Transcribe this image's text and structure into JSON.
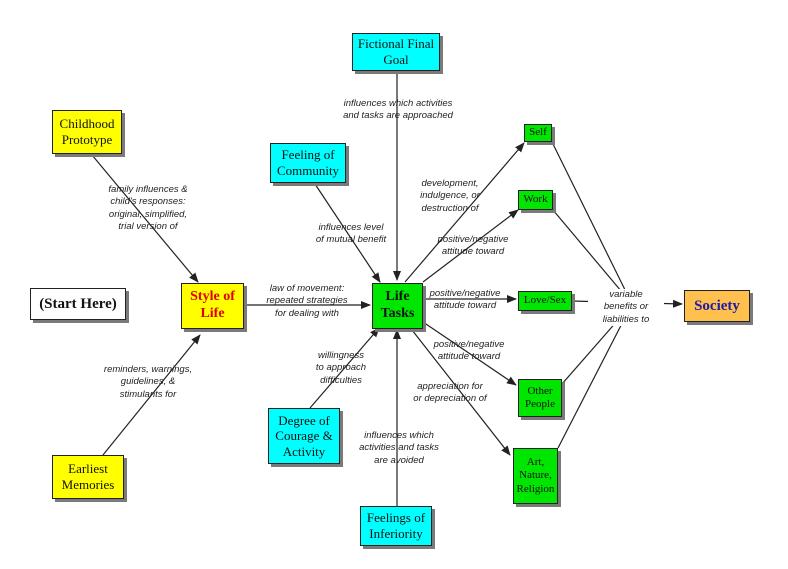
{
  "colors": {
    "yellow": "#ffff00",
    "cyan": "#00ffff",
    "green": "#00e600",
    "white": "#ffffff",
    "society_fill": "#ffc04d",
    "society_text": "#1f1aa8",
    "style_text": "#e00000",
    "line": "#222222",
    "shadow": "#7a7a7a"
  },
  "nodes": {
    "start": "(Start Here)",
    "childhood_prototype": "Childhood\nPrototype",
    "earliest_memories": "Earliest\nMemories",
    "style_of_life": "Style of\nLife",
    "fictional_final_goal": "Fictional Final\nGoal",
    "feeling_of_community": "Feeling of\nCommunity",
    "degree_of_courage": "Degree of\nCourage &\nActivity",
    "feelings_of_inferiority": "Feelings of\nInferiority",
    "life_tasks": "Life\nTasks",
    "self": "Self",
    "work": "Work",
    "love_sex": "Love/Sex",
    "other_people": "Other\nPeople",
    "art_nature_religion": "Art,\nNature,\nReligion",
    "society": "Society"
  },
  "labels": {
    "family_influences": "family influences &\nchild's responses:\noriginal, simplified,\ntrial version of",
    "reminders": "reminders, warnings,\nguidelines, &\nstimulants for",
    "law_of_movement": "law of movement:\nrepeated strategies\nfor dealing with",
    "influences_activities": "influences which activities\nand tasks are approached",
    "influences_level": "influences level\nof mutual benefit",
    "willingness": "willingness\nto approach\ndifficulties",
    "influences_avoided": "influences which\nactivities and tasks\nare avoided",
    "development": "development,\nindulgence, or\ndestruction of",
    "attitude_work": "positive/negative\nattitude toward",
    "attitude_love": "positive/negative\nattitude toward",
    "attitude_other": "positive/negative\nattitude toward",
    "appreciation": "appreciation for\nor depreciation of",
    "variable_benefits": "variable\nbenefits or\nliabilities to"
  }
}
